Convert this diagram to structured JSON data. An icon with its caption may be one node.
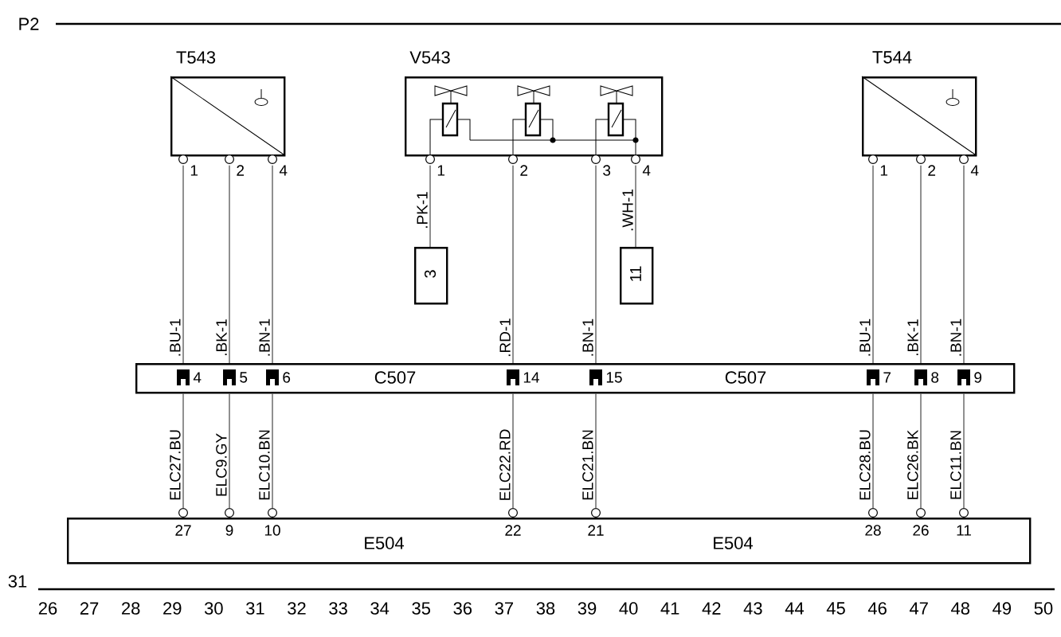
{
  "diagram": {
    "nodes": [
      {
        "text": [
          "T543"
        ]
      },
      {
        "text": [
          "V543"
        ]
      },
      {
        "text": [
          "T544"
        ]
      },
      {
        "text": [
          "3"
        ]
      },
      {
        "text": [
          "11"
        ]
      },
      {
        "text": [
          "C507",
          "C507"
        ]
      },
      {
        "text": [
          "E504",
          "E504"
        ]
      }
    ],
    "edges": [
      {
        "from": 0,
        "to": 5,
        "arrow": "none",
        "label": ".BU-1"
      },
      {
        "from": 0,
        "to": 5,
        "arrow": "none",
        "label": ".BK-1"
      },
      {
        "from": 0,
        "to": 5,
        "arrow": "none",
        "label": ".BN-1"
      },
      {
        "from": 1,
        "to": 3,
        "arrow": "none",
        "label": ".PK-1"
      },
      {
        "from": 1,
        "to": 5,
        "arrow": "none",
        "label": ".RD-1"
      },
      {
        "from": 1,
        "to": 5,
        "arrow": "none",
        "label": ".BN-1"
      },
      {
        "from": 1,
        "to": 4,
        "arrow": "none",
        "label": ".WH-1"
      },
      {
        "from": 2,
        "to": 5,
        "arrow": "none",
        "label": ".BU-1"
      },
      {
        "from": 2,
        "to": 5,
        "arrow": "none",
        "label": ".BK-1"
      },
      {
        "from": 2,
        "to": 5,
        "arrow": "none",
        "label": ".BN-1"
      },
      {
        "from": 5,
        "to": 6,
        "arrow": "none",
        "label": "ELC27.BU"
      },
      {
        "from": 5,
        "to": 6,
        "arrow": "none",
        "label": "ELC9.GY"
      },
      {
        "from": 5,
        "to": 6,
        "arrow": "none",
        "label": "ELC10.BN"
      },
      {
        "from": 5,
        "to": 6,
        "arrow": "none",
        "label": "ELC22.RD"
      },
      {
        "from": 5,
        "to": 6,
        "arrow": "none",
        "label": "ELC21.BN"
      },
      {
        "from": 5,
        "to": 6,
        "arrow": "none",
        "label": "ELC28.BU"
      },
      {
        "from": 5,
        "to": 6,
        "arrow": "none",
        "label": "ELC26.BK"
      },
      {
        "from": 5,
        "to": 6,
        "arrow": "none",
        "label": "ELC11.BN"
      }
    ],
    "labels": [
      "P2",
      "1",
      "2",
      "4",
      "1",
      "2",
      "3",
      "4",
      "1",
      "2",
      "4",
      "4",
      "5",
      "6",
      "14",
      "15",
      "7",
      "8",
      "9",
      "27",
      "9",
      "10",
      "22",
      "21",
      "28",
      "26",
      "11",
      "31",
      "26",
      "27",
      "28",
      "29",
      "30",
      "31",
      "32",
      "33",
      "34",
      "35",
      "36",
      "37",
      "38",
      "39",
      "40",
      "41",
      "42",
      "43",
      "44",
      "45",
      "46",
      "47",
      "48",
      "49",
      "50"
    ]
  }
}
